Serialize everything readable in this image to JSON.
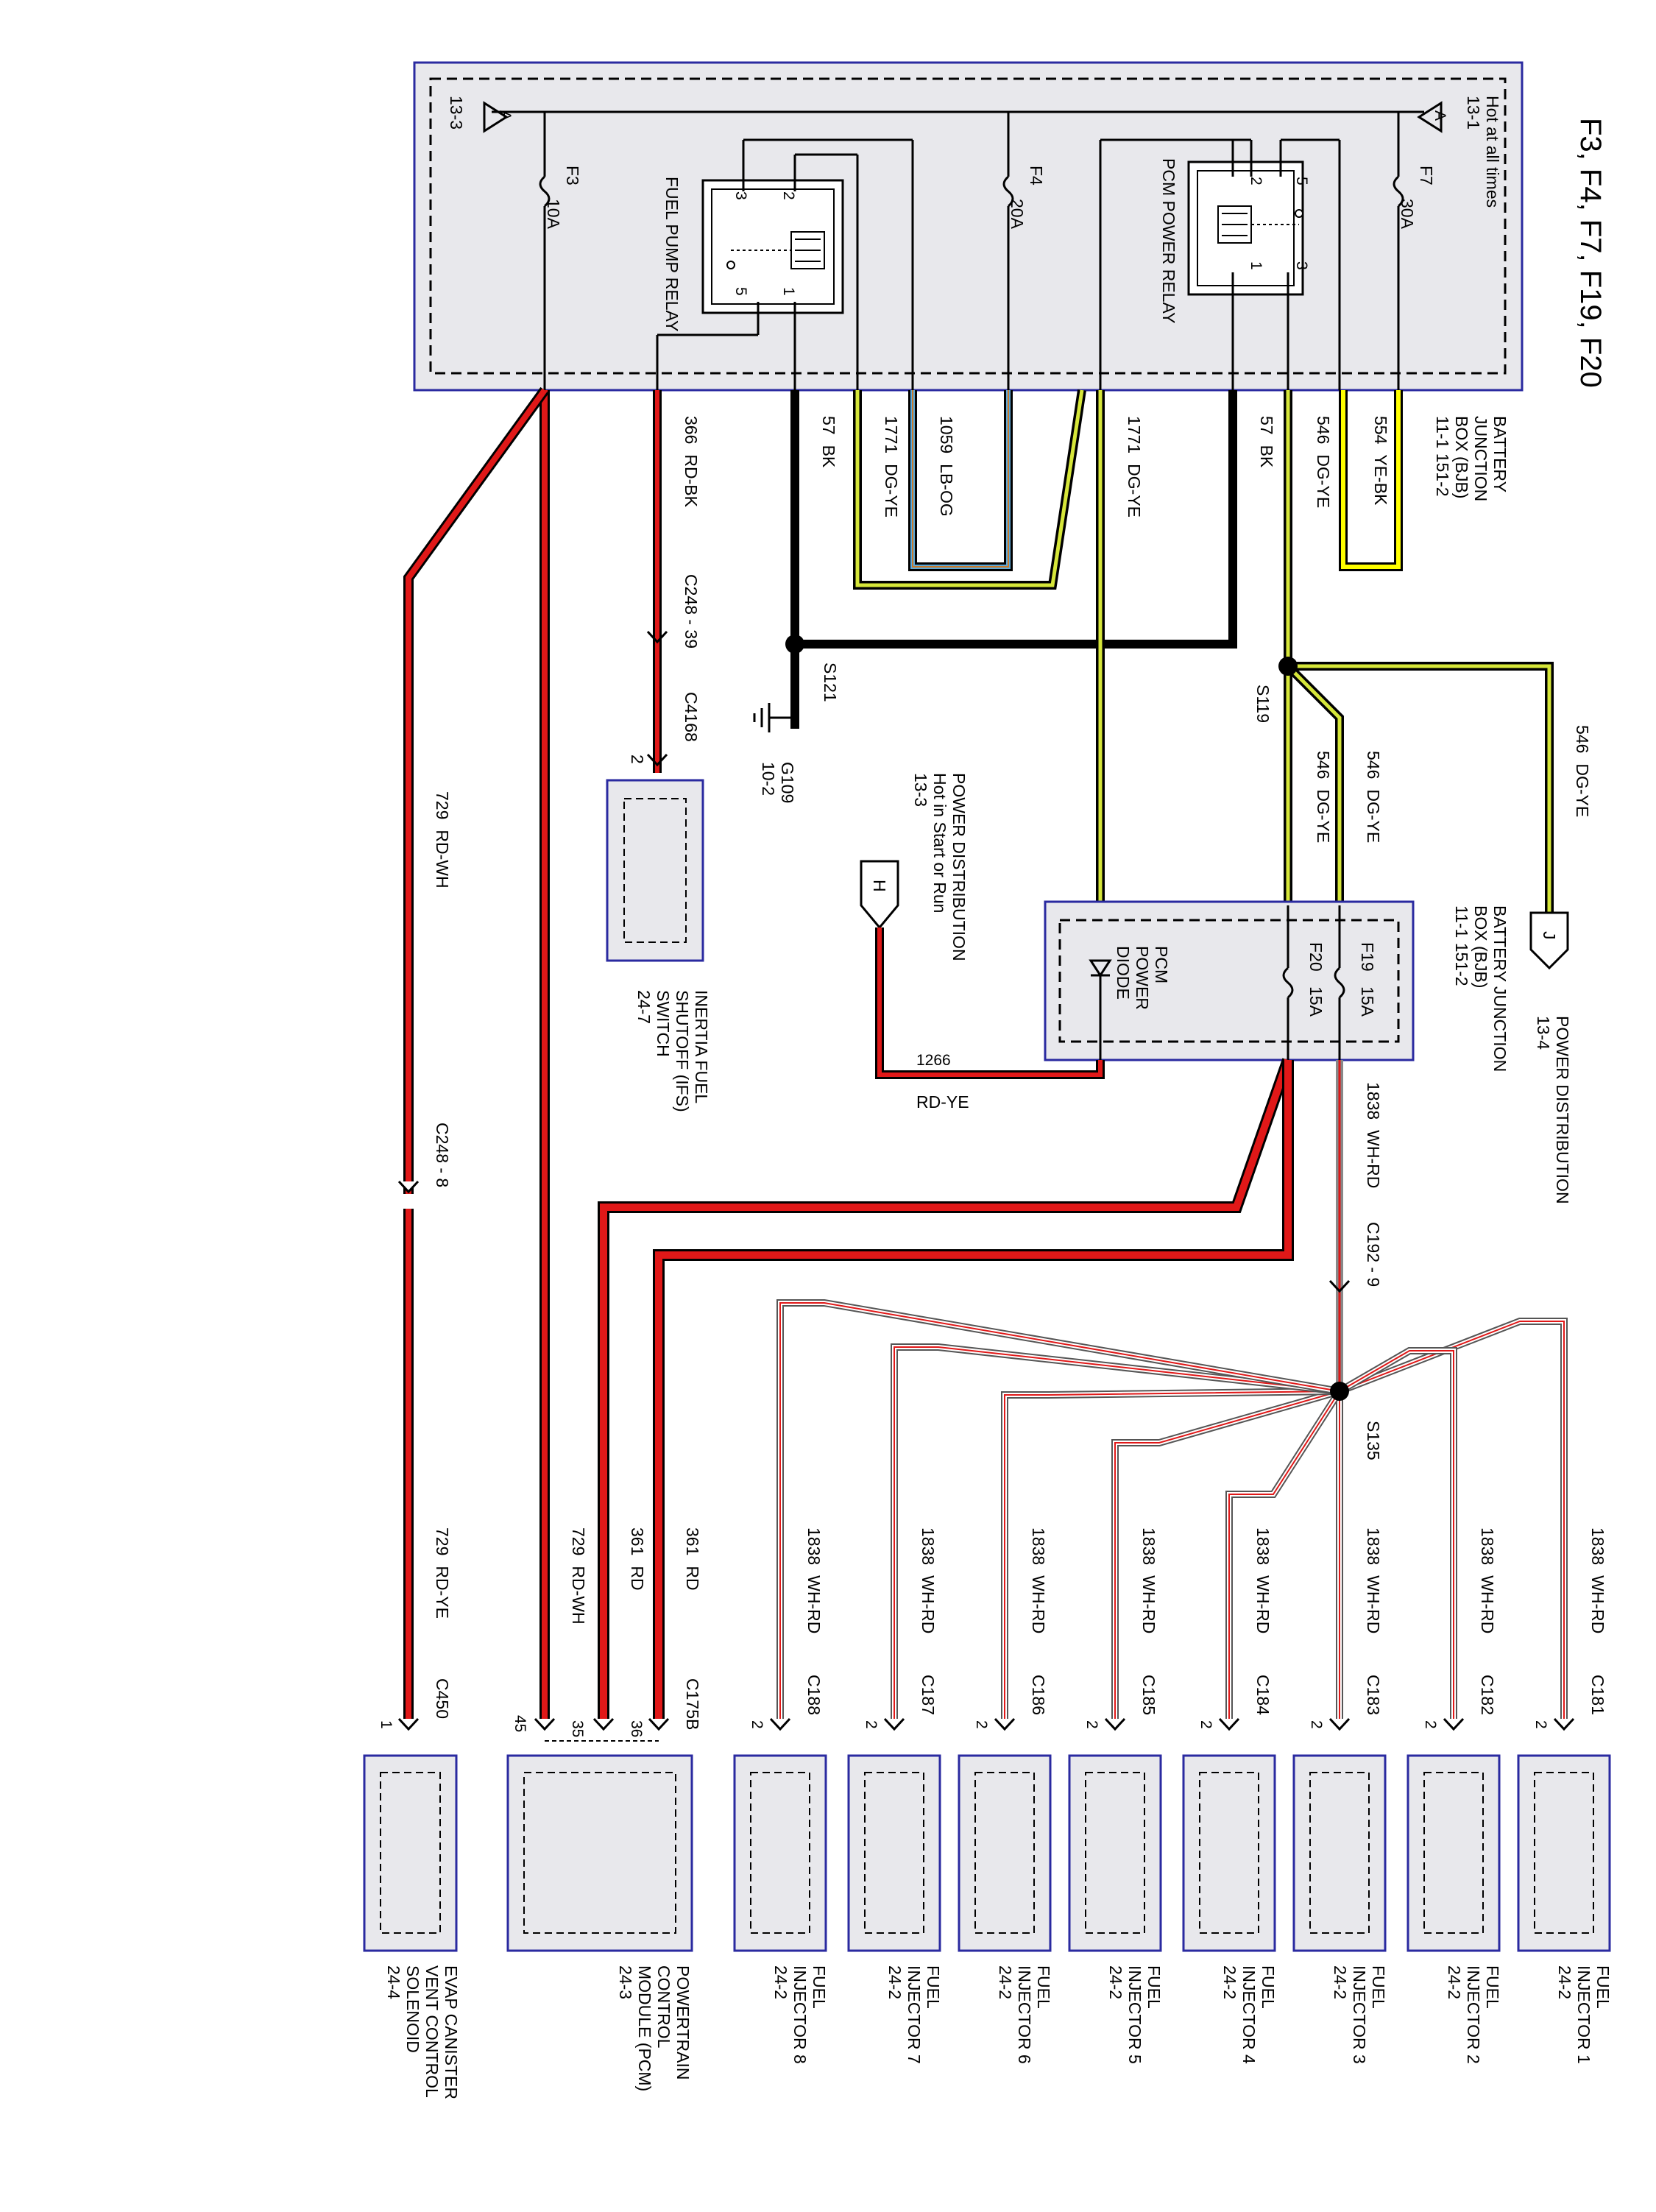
{
  "title": "F3, F4, F7, F19, F20",
  "bjb_top": {
    "label": [
      "BATTERY",
      "JUNCTION",
      "BOX (BJB)",
      "11-1  151-2"
    ],
    "hot_label": [
      "Hot at all times",
      "13-1"
    ],
    "ref_13_3": "13-3",
    "flag_a": "A",
    "fuses": [
      {
        "id": "F3",
        "amps": "10A"
      },
      {
        "id": "F4",
        "amps": "20A"
      },
      {
        "id": "F7",
        "amps": "30A"
      }
    ],
    "fuel_pump_relay": "FUEL PUMP RELAY",
    "pcm_power_relay": "PCM POWER RELAY",
    "relay_pins": [
      "1",
      "2",
      "3",
      "5"
    ]
  },
  "bjb_mid": {
    "label": [
      "BATTERY JUNCTION",
      "BOX (BJB)",
      "11-1  151-2"
    ],
    "fuses": [
      {
        "id": "F19",
        "amps": "15A"
      },
      {
        "id": "F20",
        "amps": "15A"
      }
    ],
    "diode": "PCM POWER DIODE"
  },
  "wires": [
    {
      "circuit": "554",
      "color": "YE-BK"
    },
    {
      "circuit": "546",
      "color": "DG-YE"
    },
    {
      "circuit": "57",
      "color": "BK"
    },
    {
      "circuit": "1771",
      "color": "DG-YE"
    },
    {
      "circuit": "1059",
      "color": "LB-OG"
    },
    {
      "circuit": "366",
      "color": "RD-BK"
    },
    {
      "circuit": "729",
      "color": "RD-WH"
    },
    {
      "circuit": "729",
      "color": "RD-YE"
    },
    {
      "circuit": "361",
      "color": "RD"
    },
    {
      "circuit": "1838",
      "color": "WH-RD"
    },
    {
      "circuit": "1266",
      "color": "RD-YE"
    }
  ],
  "splices": [
    "S119",
    "S121",
    "S135"
  ],
  "ground": [
    "G109",
    "10-2"
  ],
  "inline_connectors": [
    "C248 - 39",
    "C4168",
    "C248 - 8",
    "C192 - 9"
  ],
  "power_distribution_j": {
    "letter": "J",
    "text": "POWER DISTRIBUTION",
    "ref": "13-4"
  },
  "power_distribution_h": {
    "letter": "H",
    "text": [
      "POWER DISTRIBUTION",
      "Hot in Start or Run",
      "13-3"
    ]
  },
  "ifs": {
    "name": [
      "INERTIA FUEL",
      "SHUTOFF (IFS)",
      "SWITCH",
      "24-7"
    ],
    "pin": "2"
  },
  "injectors": [
    {
      "name": "FUEL INJECTOR 1",
      "conn": "C181",
      "ref": "24-2",
      "pin": "2"
    },
    {
      "name": "FUEL INJECTOR 2",
      "conn": "C182",
      "ref": "24-2",
      "pin": "2"
    },
    {
      "name": "FUEL INJECTOR 3",
      "conn": "C183",
      "ref": "24-2",
      "pin": "2"
    },
    {
      "name": "FUEL INJECTOR 4",
      "conn": "C184",
      "ref": "24-2",
      "pin": "2"
    },
    {
      "name": "FUEL INJECTOR 5",
      "conn": "C185",
      "ref": "24-2",
      "pin": "2"
    },
    {
      "name": "FUEL INJECTOR 6",
      "conn": "C186",
      "ref": "24-2",
      "pin": "2"
    },
    {
      "name": "FUEL INJECTOR 7",
      "conn": "C187",
      "ref": "24-2",
      "pin": "2"
    },
    {
      "name": "FUEL INJECTOR 8",
      "conn": "C188",
      "ref": "24-2",
      "pin": "2"
    }
  ],
  "pcm": {
    "name": [
      "POWERTRAIN",
      "CONTROL",
      "MODULE (PCM)",
      "24-3"
    ],
    "conn": "C175B",
    "pins": [
      "36",
      "35",
      "45"
    ]
  },
  "evap": {
    "name": [
      "EVAP CANISTER",
      "VENT CONTROL",
      "SOLENOID",
      "24-4"
    ],
    "conn": "C450",
    "pin": "1"
  }
}
